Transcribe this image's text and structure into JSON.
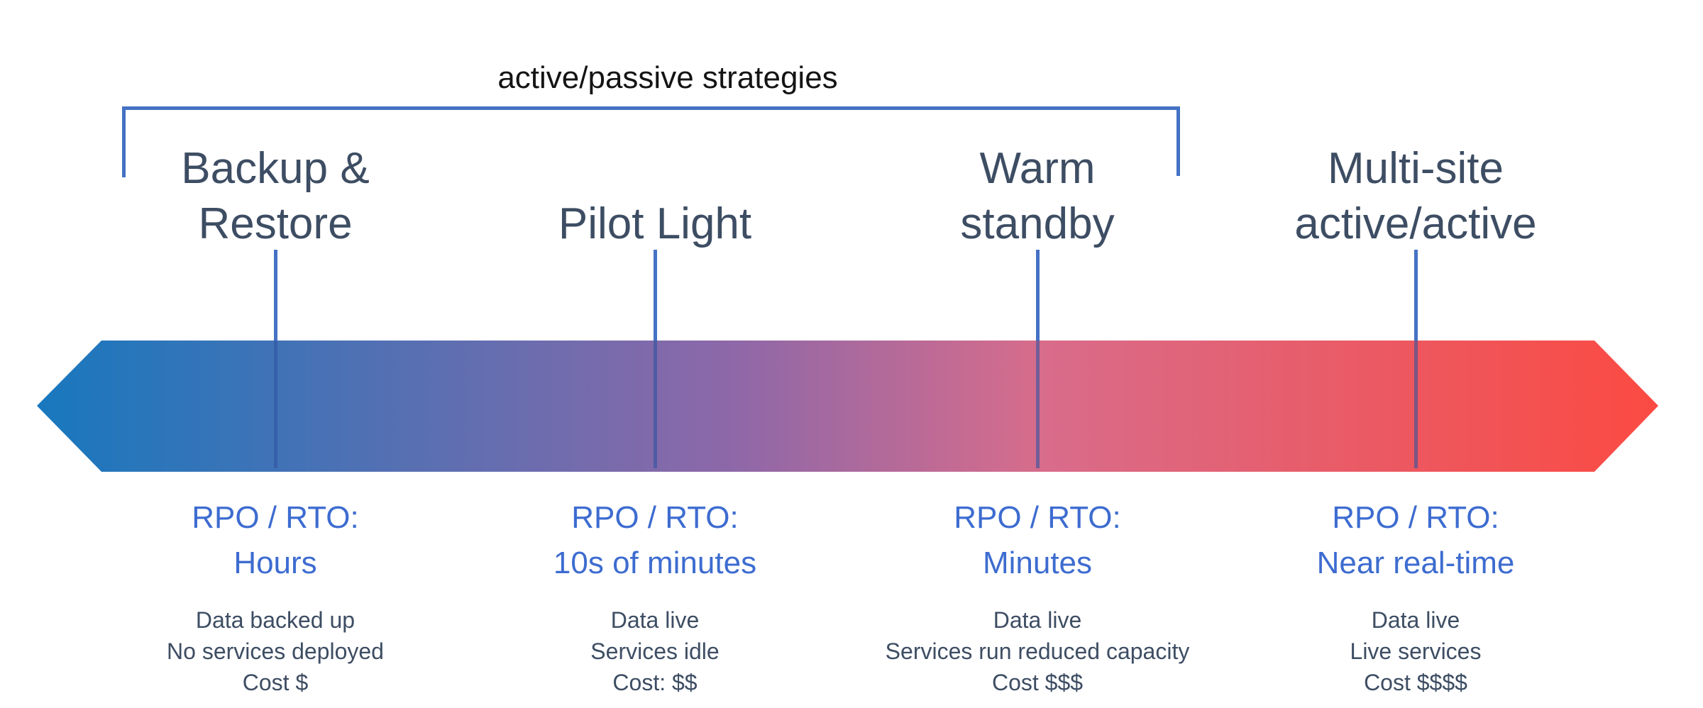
{
  "title": "active/passive strategies",
  "colors": {
    "accent": "#4472C4",
    "rpo_text": "#3D6CD0",
    "label_text": "#3D4D63",
    "title_text": "#141414",
    "arrow_stop_0": "#1878BE",
    "arrow_stop_1": "#8E68A8",
    "arrow_stop_2": "#D86C8B",
    "arrow_stop_3": "#FB4A42"
  },
  "strategies": [
    {
      "label_line1": "Backup &",
      "label_line2": "Restore",
      "rpo_line1": "RPO / RTO:",
      "rpo_line2": "Hours",
      "detail_line1": "Data backed up",
      "detail_line2": "No services deployed",
      "detail_line3": "Cost $"
    },
    {
      "label_line1": "Pilot Light",
      "rpo_line1": "RPO / RTO:",
      "rpo_line2": "10s of minutes",
      "detail_line1": "Data live",
      "detail_line2": "Services idle",
      "detail_line3": "Cost: $$"
    },
    {
      "label_line1": "Warm",
      "label_line2": "standby",
      "rpo_line1": "RPO / RTO:",
      "rpo_line2": "Minutes",
      "detail_line1": "Data live",
      "detail_line2": "Services run reduced capacity",
      "detail_line3": "Cost $$$"
    },
    {
      "label_line1": "Multi-site",
      "label_line2": "active/active",
      "rpo_line1": "RPO / RTO:",
      "rpo_line2": "Near real-time",
      "detail_line1": "Data live",
      "detail_line2": "Live services",
      "detail_line3": "Cost $$$$"
    }
  ]
}
